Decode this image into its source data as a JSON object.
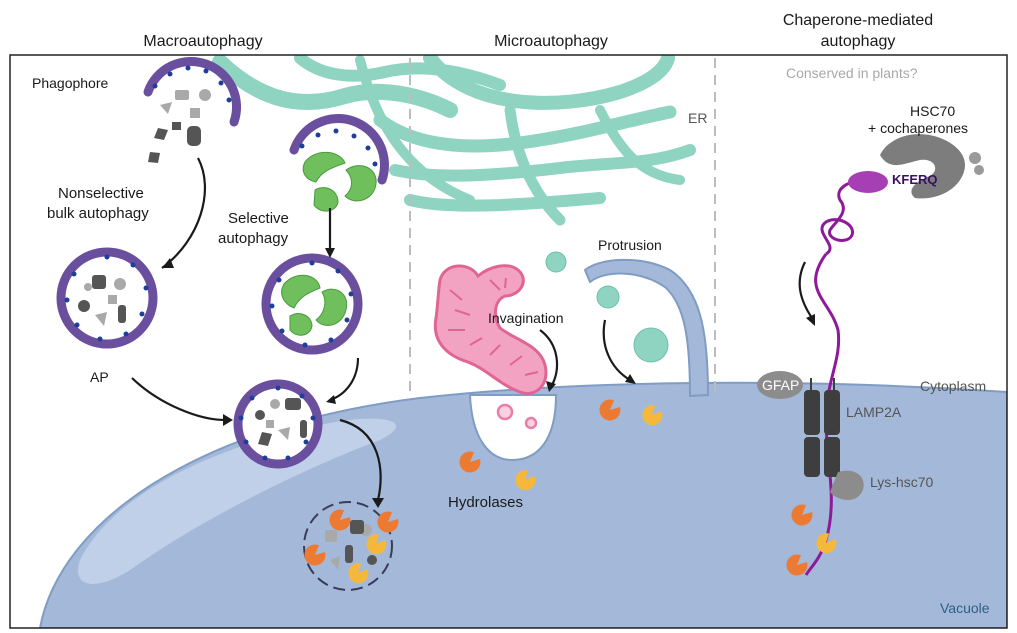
{
  "headers": {
    "macro": "Macroautophagy",
    "micro": "Microautophagy",
    "cma_line1": "Chaperone-mediated",
    "cma_line2": "autophagy"
  },
  "labels": {
    "phagophore": "Phagophore",
    "nonselective_line1": "Nonselective",
    "nonselective_line2": "bulk autophagy",
    "selective_line1": "Selective",
    "selective_line2": "autophagy",
    "ap": "AP",
    "er": "ER",
    "protrusion": "Protrusion",
    "invagination": "Invagination",
    "hydrolases": "Hydrolases",
    "conserved": "Conserved in plants?",
    "hsc70_line1": "HSC70",
    "hsc70_line2": "+ cochaperones",
    "kferq": "KFERQ",
    "gfap": "GFAP",
    "lamp2a": "LAMP2A",
    "cytoplasm": "Cytoplasm",
    "lys_hsc70": "Lys-hsc70",
    "vacuole": "Vacuole"
  },
  "colors": {
    "vacuole": "#a4b9d9",
    "membrane": "#6a4f9e",
    "er": "#8fd3c1",
    "mitochondrion": "#e97da6",
    "chloroplast": "#6fbf5c",
    "hydrolase_orange": "#ec7a32",
    "hydrolase_yellow": "#f6b83a",
    "substrate": "#8e1a9a"
  }
}
